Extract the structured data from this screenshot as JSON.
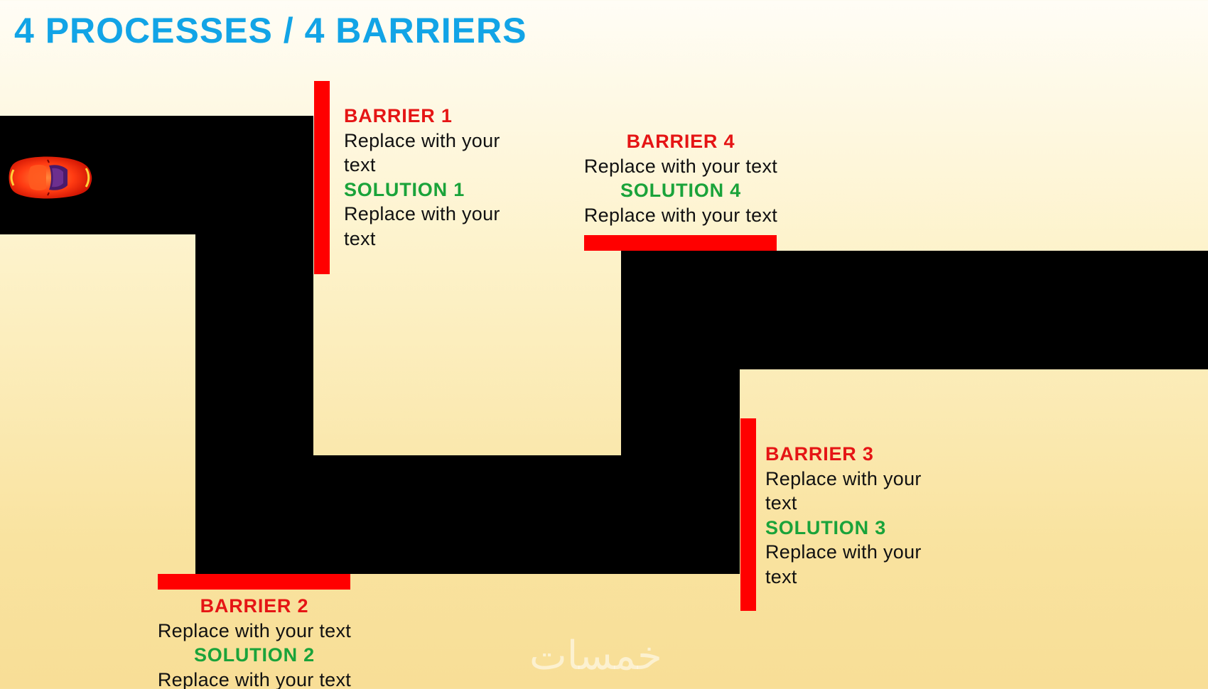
{
  "title": "4 PROCESSES / 4 BARRIERS",
  "icons": {
    "car": "red-sports-car-icon"
  },
  "colors": {
    "title": "#12a4e6",
    "road": "#000000",
    "barrier": "#ff0000",
    "barrier_label": "#e51515",
    "solution_label": "#1aa33a",
    "background_top": "#fffdf6",
    "background_bottom": "#f8de96"
  },
  "steps": [
    {
      "barrier_label": "BARRIER 1",
      "barrier_text": "Replace with your text",
      "solution_label": "SOLUTION 1",
      "solution_text": "Replace with your text"
    },
    {
      "barrier_label": "BARRIER 2",
      "barrier_text": "Replace with your text",
      "solution_label": "SOLUTION 2",
      "solution_text": "Replace with your text"
    },
    {
      "barrier_label": "BARRIER 3",
      "barrier_text": "Replace with your text",
      "solution_label": "SOLUTION 3",
      "solution_text": "Replace with your text"
    },
    {
      "barrier_label": "BARRIER 4",
      "barrier_text": "Replace with your text",
      "solution_label": "SOLUTION 4",
      "solution_text": "Replace with your text"
    }
  ],
  "watermark": "خمسات"
}
